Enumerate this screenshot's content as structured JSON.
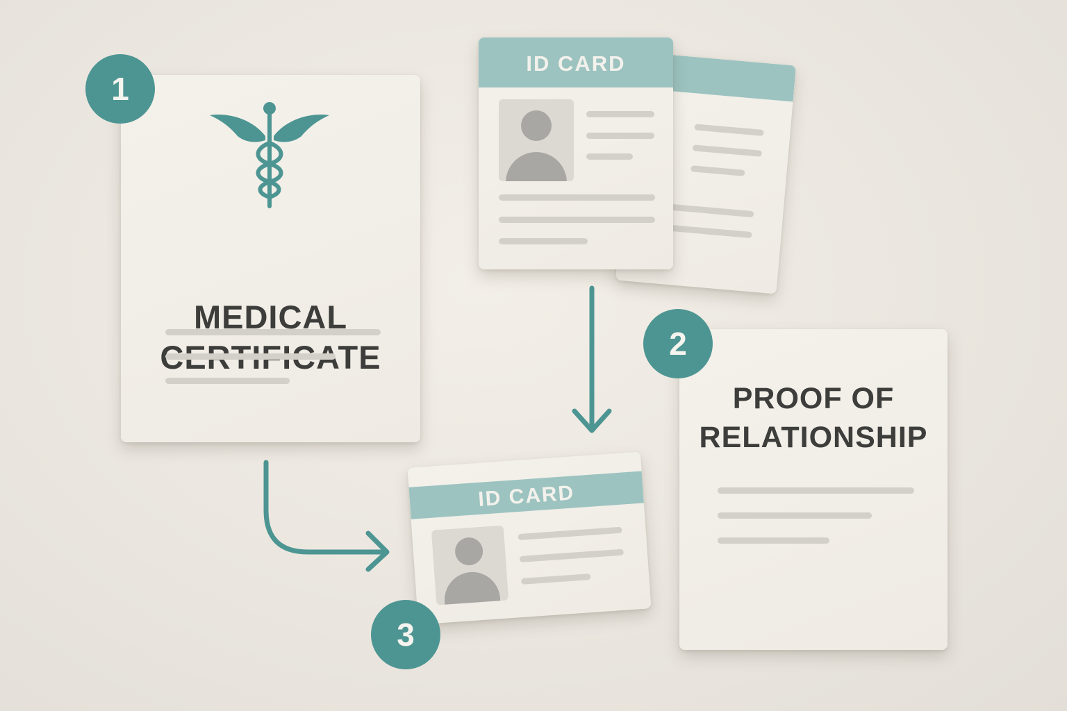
{
  "documents": {
    "medical_certificate": {
      "title_line1": "MEDICAL",
      "title_line2": "CERTIFICATE",
      "icon": "caduceus-icon"
    },
    "id_card_top": {
      "label": "ID CARD"
    },
    "id_card_bottom": {
      "label": "ID CARD"
    },
    "proof_of_relationship": {
      "title_line1": "PROOF OF",
      "title_line2": "RELATIONSHIP"
    }
  },
  "steps": [
    {
      "number": "1"
    },
    {
      "number": "2"
    },
    {
      "number": "3"
    }
  ],
  "colors": {
    "accent": "#4d9592",
    "band": "#9cc3c0",
    "text": "#3d3d3b",
    "paper": "#f2efe9",
    "background": "#ece8e1"
  }
}
